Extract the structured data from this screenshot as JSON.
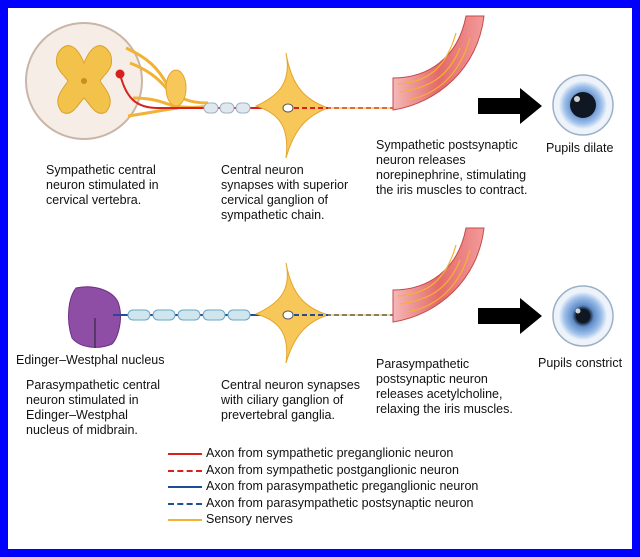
{
  "captions": {
    "symp_central": "Sympathetic central\nneuron stimulated in\ncervical vertebra.",
    "symp_synapse": "Central neuron\nsynapses with superior\ncervical ganglion of\nsympathetic chain.",
    "symp_post": "Sympathetic postsynaptic\nneuron releases\nnorepinephrine, stimulating\nthe iris muscles to contract.",
    "pupils_dilate": "Pupils dilate",
    "ew_nucleus": "Edinger–Westphal nucleus",
    "para_central": "Parasympathetic central\nneuron stimulated in\nEdinger–Westphal\nnucleus of midbrain.",
    "para_synapse": "Central neuron synapses\nwith ciliary ganglion of\nprevertebral ganglia.",
    "para_post": "Parasympathetic\npostsynaptic neuron\nreleases acetylcholine,\nrelaxing the iris muscles.",
    "pupils_constrict": "Pupils constrict"
  },
  "legend": [
    {
      "label": "Axon from sympathetic preganglionic neuron",
      "color": "#d8201c",
      "style": "solid"
    },
    {
      "label": "Axon from sympathetic postganglionic neuron",
      "color": "#d8201c",
      "style": "dashed"
    },
    {
      "label": "Axon from parasympathetic preganglionic neuron",
      "color": "#1f4e96",
      "style": "solid"
    },
    {
      "label": "Axon from parasympathetic postsynaptic neuron",
      "color": "#1f4e96",
      "style": "dashed"
    },
    {
      "label": "Sensory nerves",
      "color": "#f2b233",
      "style": "solid"
    }
  ],
  "colors": {
    "frame": "#0000ff",
    "ganglion": "#f7c75a",
    "nucleus": "#8e4ea6",
    "muscle": "#e36a6a",
    "arrow": "#000000",
    "iris": "#3e6fb4"
  }
}
